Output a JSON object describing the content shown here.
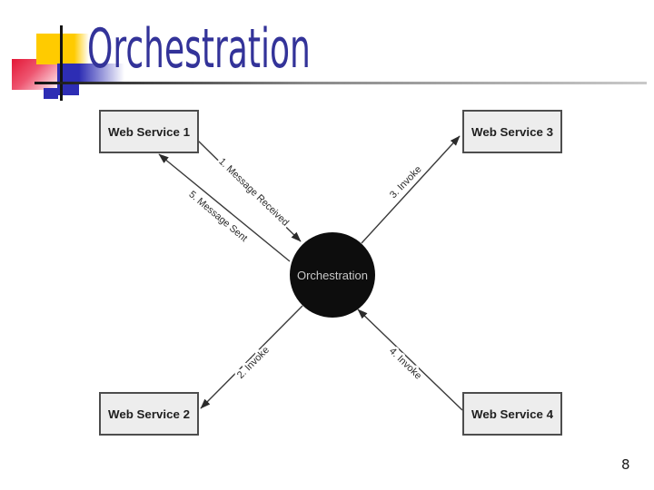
{
  "header": {
    "title": "Orchestration"
  },
  "footer": {
    "page_number": "8"
  },
  "diagram": {
    "center_label": "Orchestration",
    "nodes": [
      {
        "label": "Web Service 1"
      },
      {
        "label": "Web Service 2"
      },
      {
        "label": "Web Service 3"
      },
      {
        "label": "Web Service 4"
      }
    ],
    "edges": [
      {
        "label": "1. Message Received",
        "from": "Web Service 1",
        "to": "Orchestration"
      },
      {
        "label": "2. Invoke",
        "from": "Orchestration",
        "to": "Web Service 2"
      },
      {
        "label": "3. Invoke",
        "from": "Orchestration",
        "to": "Web Service 3"
      },
      {
        "label": "4. Invoke",
        "from": "Web Service 4",
        "to": "Orchestration"
      },
      {
        "label": "5. Message Sent",
        "from": "Orchestration",
        "to": "Web Service 1"
      }
    ]
  },
  "colors": {
    "title_text": "#333399",
    "accent_yellow": "#FFCB00",
    "accent_red": "#E31837",
    "accent_blue": "#2D2DB4",
    "box_fill": "#EDEDED",
    "box_border": "#4D4D4D",
    "hub_fill": "#0D0D0D",
    "hub_text": "#C8C8C8",
    "edge_line": "#3A3A3A"
  }
}
